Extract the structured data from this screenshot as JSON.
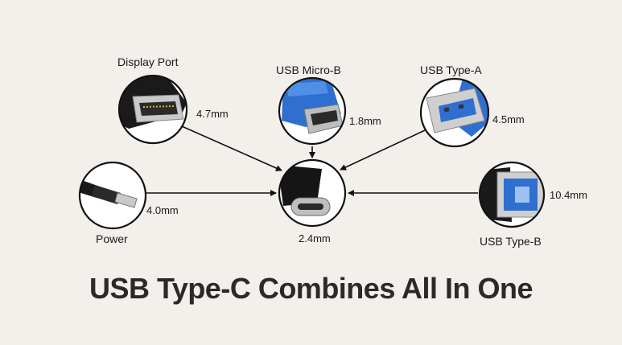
{
  "headline": "USB Type-C Combines All In One",
  "connectors": {
    "display_port": {
      "name": "Display Port",
      "size": "4.7mm"
    },
    "usb_micro_b": {
      "name": "USB Micro-B",
      "size": "1.8mm"
    },
    "usb_type_a": {
      "name": "USB Type-A",
      "size": "4.5mm"
    },
    "power": {
      "name": "Power",
      "size": "4.0mm"
    },
    "usb_type_c": {
      "size": "2.4mm"
    },
    "usb_type_b": {
      "name": "USB Type-B",
      "size": "10.4mm"
    }
  },
  "colors": {
    "background": "#f3efeb",
    "usb_blue": "#2f6fcf",
    "connector_black": "#151515",
    "metal": "#c9c9c9"
  }
}
